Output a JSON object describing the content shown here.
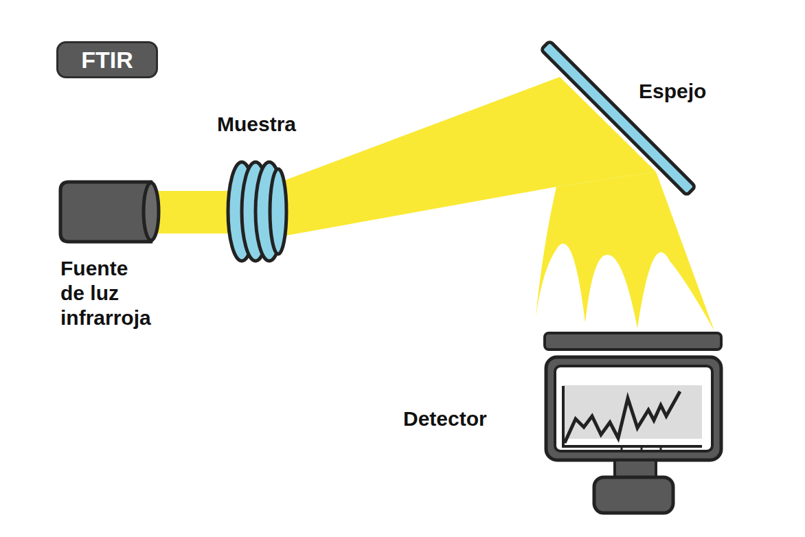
{
  "diagram": {
    "nodes": [
      {
        "text": [
          "FTIR"
        ]
      }
    ],
    "labels": [
      "Muestra",
      "Espejo",
      "Fuente de luz infrarroja",
      "Detector"
    ]
  }
}
